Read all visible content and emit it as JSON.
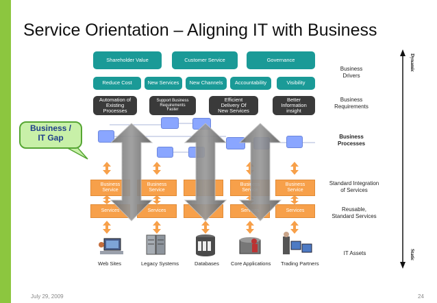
{
  "title": "Service Orientation – Aligning IT with Business",
  "footer": {
    "date": "July 29, 2009",
    "page": "24"
  },
  "drivers": [
    "Shareholder Value",
    "Customer Service",
    "Governance"
  ],
  "requirements": [
    "Reduce Cost",
    "New Services",
    "New Channels",
    "Accountability",
    "Visibility"
  ],
  "processes": [
    "Automation of\nExisting\nProcesses",
    "Support Business\nRequirements\nFaster",
    "Efficient\nDelivery Of\nNew Services",
    "Better\nInformation\ninsight"
  ],
  "business_services": [
    "Business\nService",
    "Business\nService",
    "Business\nService",
    "Business\nService"
  ],
  "services": [
    "Services",
    "Services",
    "Services",
    "Services"
  ],
  "assets": [
    "Web Sites",
    "Legacy Systems",
    "Databases",
    "Core Applications",
    "Trading Partners"
  ],
  "callout": "Business /\nIT Gap",
  "layers": {
    "drivers": "Business\nDrivers",
    "requirements": "Business\nRequirements",
    "processes": "Business\nProcesses",
    "integration": "Standard Integration\nof Services",
    "reusable": "Reusable,\nStandard Services",
    "assets": "IT Assets"
  },
  "axis": {
    "top": "Dynamic",
    "bottom": "Static"
  },
  "colors": {
    "stripe": "#8cc63f",
    "teal": "#1a9a97",
    "dark": "#3a3a3a",
    "blue": "#8aa6ff",
    "orange": "#f7a04a",
    "callout_fill": "#c8f0a8",
    "callout_text": "#1f3e8a"
  }
}
